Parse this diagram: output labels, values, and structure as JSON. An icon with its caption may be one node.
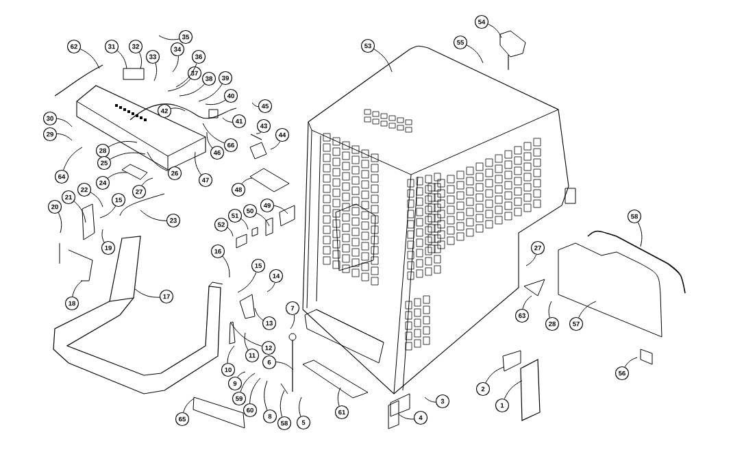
{
  "diagram": {
    "nodes": [
      {
        "text": [
          "54"
        ]
      },
      {
        "text": [
          "35"
        ]
      },
      {
        "text": [
          "55"
        ]
      },
      {
        "text": [
          "62"
        ]
      },
      {
        "text": [
          "31"
        ]
      },
      {
        "text": [
          "32"
        ]
      },
      {
        "text": [
          "53"
        ]
      },
      {
        "text": [
          "34"
        ]
      },
      {
        "text": [
          "33"
        ]
      },
      {
        "text": [
          "36"
        ]
      },
      {
        "text": [
          "37"
        ]
      },
      {
        "text": [
          "39"
        ]
      },
      {
        "text": [
          "38"
        ]
      },
      {
        "text": [
          "40"
        ]
      },
      {
        "text": [
          "45"
        ]
      },
      {
        "text": [
          "42"
        ]
      },
      {
        "text": [
          "30"
        ]
      },
      {
        "text": [
          "41"
        ]
      },
      {
        "text": [
          "43"
        ]
      },
      {
        "text": [
          "29"
        ]
      },
      {
        "text": [
          "44"
        ]
      },
      {
        "text": [
          "66"
        ]
      },
      {
        "text": [
          "28"
        ]
      },
      {
        "text": [
          "46"
        ]
      },
      {
        "text": [
          "25"
        ]
      },
      {
        "text": [
          "26"
        ]
      },
      {
        "text": [
          "64"
        ]
      },
      {
        "text": [
          "47"
        ]
      },
      {
        "text": [
          "24"
        ]
      },
      {
        "text": [
          "22"
        ]
      },
      {
        "text": [
          "48"
        ]
      },
      {
        "text": [
          "27"
        ]
      },
      {
        "text": [
          "21"
        ]
      },
      {
        "text": [
          "15"
        ]
      },
      {
        "text": [
          "49"
        ]
      },
      {
        "text": [
          "20"
        ]
      },
      {
        "text": [
          "50"
        ]
      },
      {
        "text": [
          "51"
        ]
      },
      {
        "text": [
          "58"
        ]
      },
      {
        "text": [
          "23"
        ]
      },
      {
        "text": [
          "52"
        ]
      },
      {
        "text": [
          "19"
        ]
      },
      {
        "text": [
          "27"
        ]
      },
      {
        "text": [
          "16"
        ]
      },
      {
        "text": [
          "15"
        ]
      },
      {
        "text": [
          "14"
        ]
      },
      {
        "text": [
          "17"
        ]
      },
      {
        "text": [
          "18"
        ]
      },
      {
        "text": [
          "7"
        ]
      },
      {
        "text": [
          "28"
        ]
      },
      {
        "text": [
          "63"
        ]
      },
      {
        "text": [
          "13"
        ]
      },
      {
        "text": [
          "57"
        ]
      },
      {
        "text": [
          "12"
        ]
      },
      {
        "text": [
          "11"
        ]
      },
      {
        "text": [
          "56"
        ]
      },
      {
        "text": [
          "6"
        ]
      },
      {
        "text": [
          "10"
        ]
      },
      {
        "text": [
          "9"
        ]
      },
      {
        "text": [
          "2"
        ]
      },
      {
        "text": [
          "59"
        ]
      },
      {
        "text": [
          "3"
        ]
      },
      {
        "text": [
          "1"
        ]
      },
      {
        "text": [
          "60"
        ]
      },
      {
        "text": [
          "61"
        ]
      },
      {
        "text": [
          "8"
        ]
      },
      {
        "text": [
          "4"
        ]
      },
      {
        "text": [
          "65"
        ]
      },
      {
        "text": [
          "58"
        ]
      },
      {
        "text": [
          "5"
        ]
      }
    ],
    "edges": [
      {
        "from": 0,
        "to": null,
        "arrow": "none"
      },
      {
        "from": 1,
        "to": null,
        "arrow": "none"
      },
      {
        "from": 2,
        "to": null,
        "arrow": "none"
      },
      {
        "from": 3,
        "to": null,
        "arrow": "none"
      },
      {
        "from": 4,
        "to": null,
        "arrow": "none"
      },
      {
        "from": 5,
        "to": null,
        "arrow": "none"
      },
      {
        "from": 6,
        "to": null,
        "arrow": "none"
      },
      {
        "from": 7,
        "to": null,
        "arrow": "none"
      },
      {
        "from": 8,
        "to": null,
        "arrow": "none"
      },
      {
        "from": 9,
        "to": null,
        "arrow": "none"
      },
      {
        "from": 10,
        "to": null,
        "arrow": "none"
      },
      {
        "from": 11,
        "to": null,
        "arrow": "none"
      },
      {
        "from": 12,
        "to": null,
        "arrow": "none"
      },
      {
        "from": 13,
        "to": null,
        "arrow": "none"
      },
      {
        "from": 14,
        "to": null,
        "arrow": "none"
      },
      {
        "from": 15,
        "to": null,
        "arrow": "none"
      },
      {
        "from": 16,
        "to": null,
        "arrow": "none"
      },
      {
        "from": 17,
        "to": null,
        "arrow": "none"
      },
      {
        "from": 18,
        "to": null,
        "arrow": "none"
      },
      {
        "from": 19,
        "to": null,
        "arrow": "none"
      },
      {
        "from": 20,
        "to": null,
        "arrow": "none"
      },
      {
        "from": 21,
        "to": null,
        "arrow": "none"
      },
      {
        "from": 22,
        "to": null,
        "arrow": "none"
      },
      {
        "from": 23,
        "to": null,
        "arrow": "none"
      },
      {
        "from": 24,
        "to": null,
        "arrow": "none"
      },
      {
        "from": 25,
        "to": null,
        "arrow": "none"
      },
      {
        "from": 26,
        "to": null,
        "arrow": "none"
      },
      {
        "from": 27,
        "to": null,
        "arrow": "none"
      },
      {
        "from": 28,
        "to": null,
        "arrow": "none"
      },
      {
        "from": 29,
        "to": null,
        "arrow": "none"
      },
      {
        "from": 30,
        "to": null,
        "arrow": "none"
      },
      {
        "from": 31,
        "to": null,
        "arrow": "none"
      },
      {
        "from": 32,
        "to": null,
        "arrow": "none"
      },
      {
        "from": 33,
        "to": null,
        "arrow": "none"
      },
      {
        "from": 34,
        "to": null,
        "arrow": "none"
      },
      {
        "from": 35,
        "to": null,
        "arrow": "none"
      },
      {
        "from": 36,
        "to": null,
        "arrow": "none"
      },
      {
        "from": 37,
        "to": null,
        "arrow": "none"
      },
      {
        "from": 38,
        "to": null,
        "arrow": "none"
      },
      {
        "from": 39,
        "to": null,
        "arrow": "none"
      },
      {
        "from": 40,
        "to": null,
        "arrow": "none"
      },
      {
        "from": 41,
        "to": null,
        "arrow": "none"
      },
      {
        "from": 42,
        "to": null,
        "arrow": "none"
      },
      {
        "from": 43,
        "to": null,
        "arrow": "none"
      },
      {
        "from": 44,
        "to": null,
        "arrow": "none"
      },
      {
        "from": 45,
        "to": null,
        "arrow": "none"
      },
      {
        "from": 46,
        "to": null,
        "arrow": "none"
      },
      {
        "from": 47,
        "to": null,
        "arrow": "none"
      },
      {
        "from": 48,
        "to": null,
        "arrow": "none"
      },
      {
        "from": 49,
        "to": null,
        "arrow": "none"
      },
      {
        "from": 50,
        "to": null,
        "arrow": "none"
      },
      {
        "from": 51,
        "to": null,
        "arrow": "none"
      },
      {
        "from": 52,
        "to": null,
        "arrow": "none"
      },
      {
        "from": 53,
        "to": null,
        "arrow": "none"
      },
      {
        "from": 54,
        "to": null,
        "arrow": "none"
      },
      {
        "from": 55,
        "to": null,
        "arrow": "none"
      },
      {
        "from": 56,
        "to": null,
        "arrow": "none"
      },
      {
        "from": 57,
        "to": null,
        "arrow": "none"
      },
      {
        "from": 58,
        "to": null,
        "arrow": "none"
      },
      {
        "from": 59,
        "to": null,
        "arrow": "none"
      },
      {
        "from": 60,
        "to": null,
        "arrow": "none"
      },
      {
        "from": 61,
        "to": null,
        "arrow": "none"
      },
      {
        "from": 62,
        "to": null,
        "arrow": "none"
      },
      {
        "from": 63,
        "to": null,
        "arrow": "none"
      },
      {
        "from": 64,
        "to": null,
        "arrow": "none"
      },
      {
        "from": 65,
        "to": null,
        "arrow": "none"
      },
      {
        "from": 66,
        "to": null,
        "arrow": "none"
      },
      {
        "from": 67,
        "to": null,
        "arrow": "none"
      },
      {
        "from": 68,
        "to": null,
        "arrow": "none"
      },
      {
        "from": 69,
        "to": null,
        "arrow": "none"
      }
    ]
  }
}
